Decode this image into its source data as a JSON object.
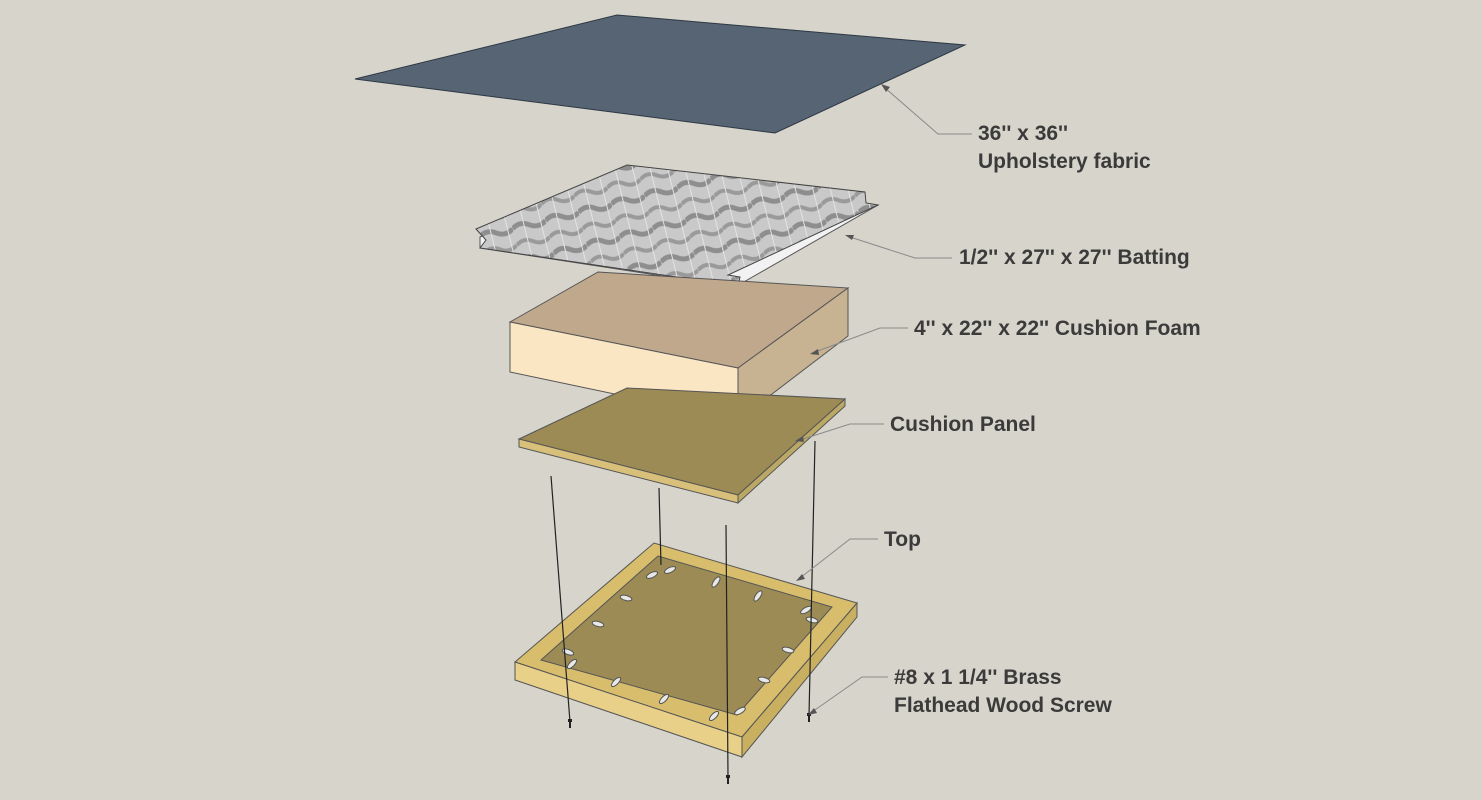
{
  "labels": {
    "fabric": {
      "line1": "36'' x 36''",
      "line2": "Upholstery fabric"
    },
    "batting": "1/2'' x 27'' x 27'' Batting",
    "foam": "4'' x 22'' x 22'' Cushion Foam",
    "panel": "Cushion Panel",
    "top": "Top",
    "screw": {
      "line1": "#8 x 1 1/4'' Brass",
      "line2": "Flathead Wood Screw"
    }
  },
  "colors": {
    "background": "#d6d4cb",
    "fabric": "#566474",
    "foam_top": "#bfa88c",
    "foam_front": "#fbe6c4",
    "panel_top": "#9c8b55",
    "panel_edge": "#d8c07a",
    "frame": "#d8be6c"
  }
}
